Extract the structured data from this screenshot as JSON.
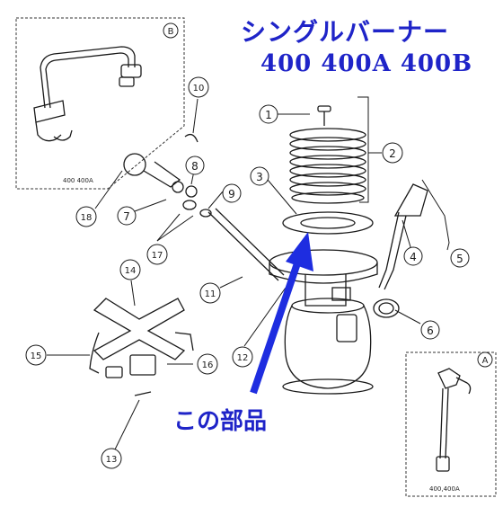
{
  "title": {
    "line1": "シングルバーナー",
    "line2": "400 400A 400B"
  },
  "caption": "この部品",
  "callouts": [
    "1",
    "2",
    "3",
    "4",
    "5",
    "6",
    "7",
    "8",
    "9",
    "10",
    "11",
    "12",
    "13",
    "14",
    "15",
    "16",
    "17",
    "18"
  ],
  "inset_b": {
    "badge": "B",
    "label": "400 400A"
  },
  "inset_a": {
    "badge": "A",
    "label": "400,400A"
  },
  "colors": {
    "accent": "#1f24c8",
    "line": "#1a1a1a",
    "arrow": "#1e2de0"
  }
}
